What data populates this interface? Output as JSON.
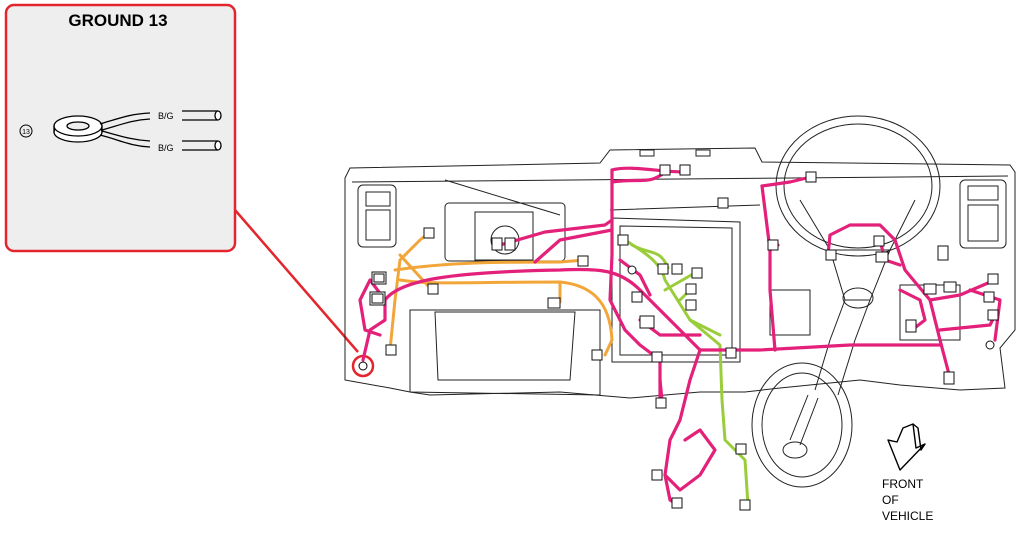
{
  "inset": {
    "title": "GROUND 13",
    "ground_number": "13",
    "wires": [
      "B/G",
      "B/G"
    ]
  },
  "direction": {
    "line1": "FRONT",
    "line2": "OF",
    "line3": "VEHICLE",
    "icon": "down-left-arrow-icon"
  },
  "colors": {
    "callout_border": "#e3262d",
    "harness_main": "#e3207a",
    "harness_orange": "#f2a63a",
    "harness_green": "#9acd3a",
    "inset_bg": "#eeeeee"
  }
}
